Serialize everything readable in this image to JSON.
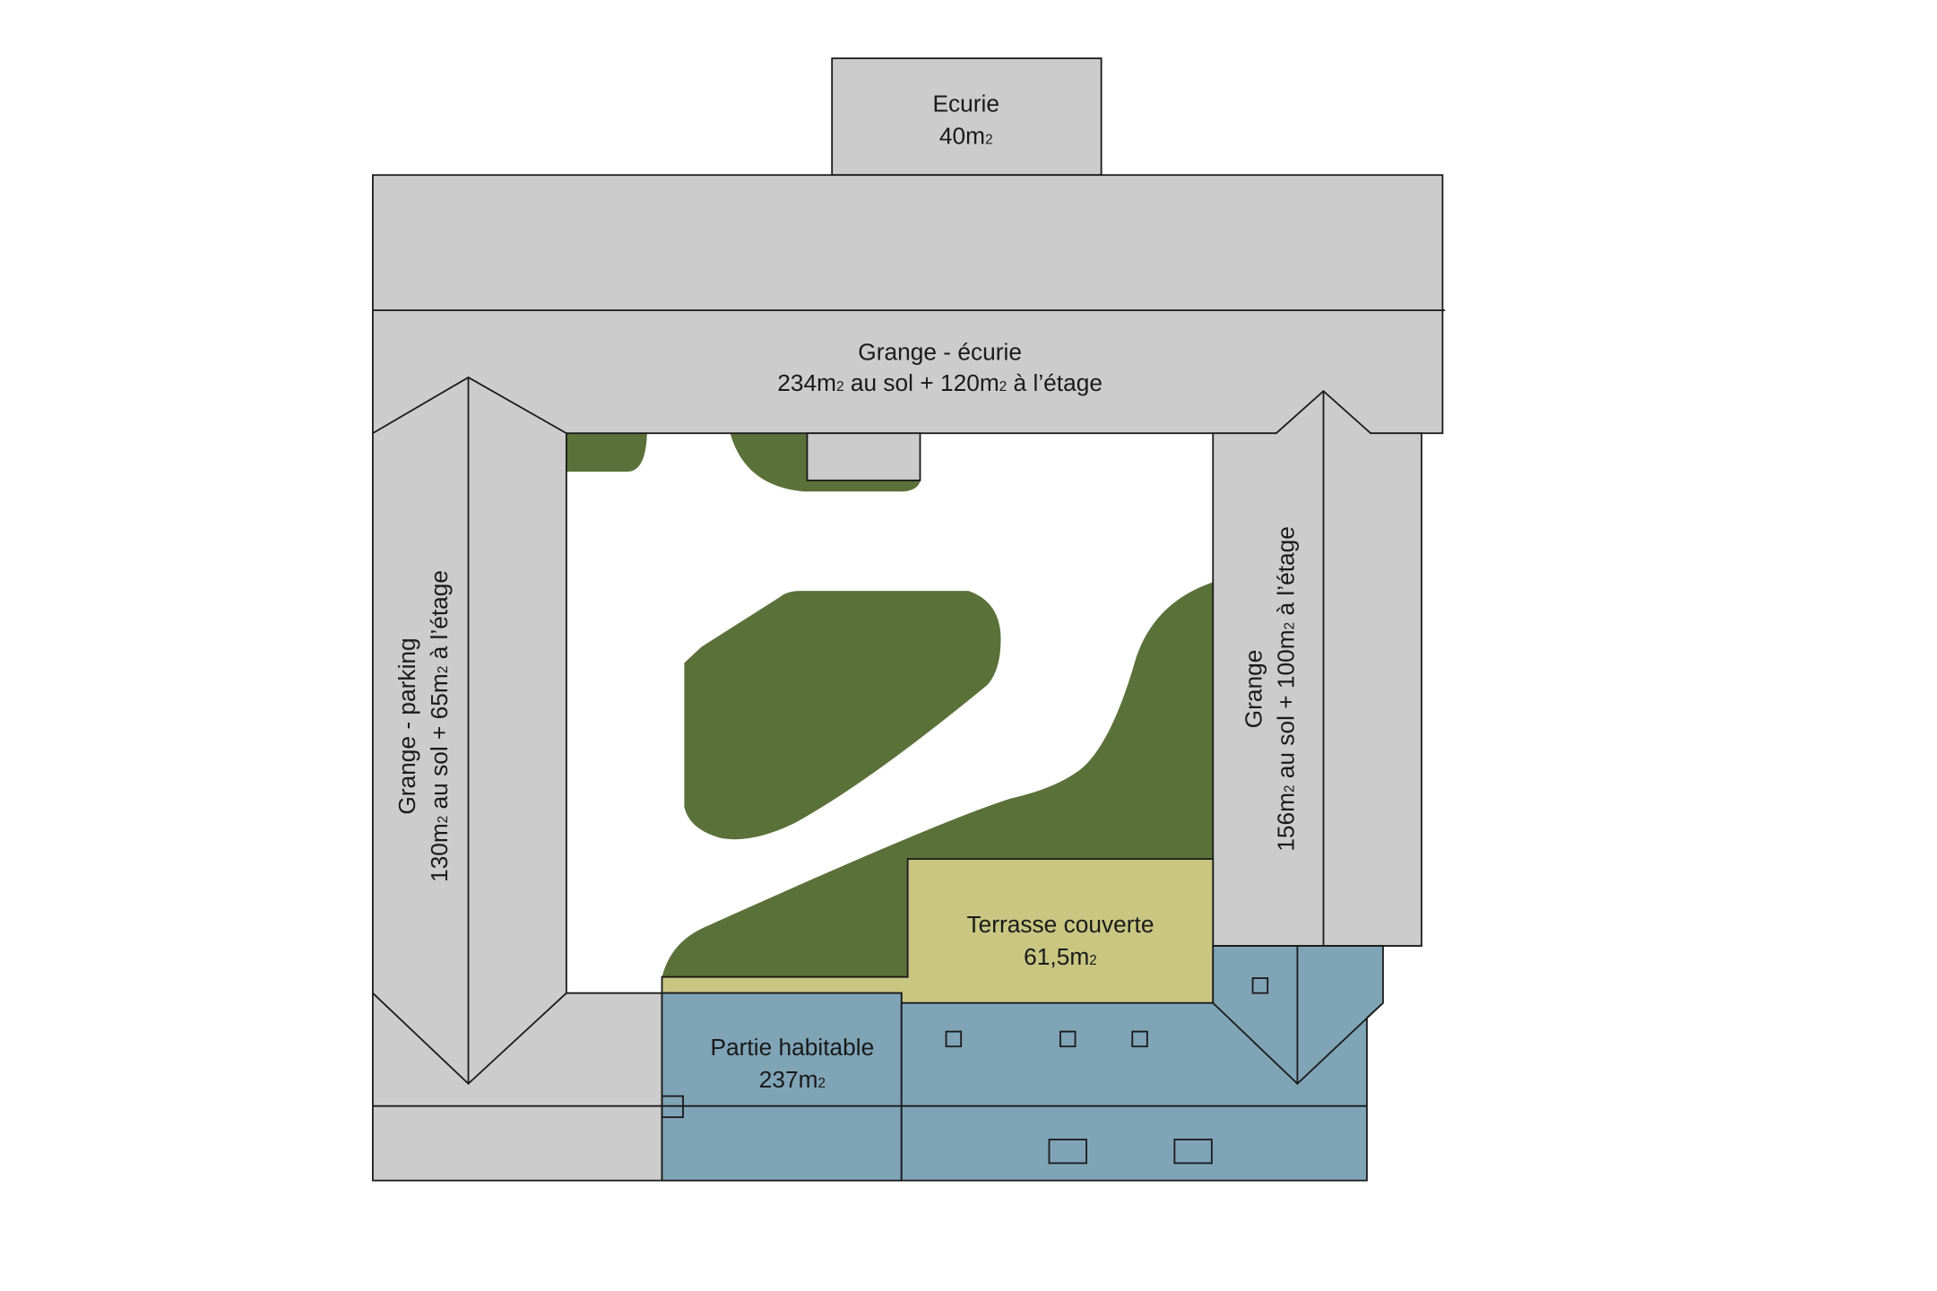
{
  "colors": {
    "barn": "#cccccc",
    "living": "#7ea4b6",
    "terrace": "#c8c681",
    "garden": "#5a7139"
  },
  "ecurie": {
    "name": "Ecurie",
    "a1": "40m",
    "exp": "2"
  },
  "grange_ecurie": {
    "name": "Grange - écurie",
    "a1": "234m",
    "exp": "2",
    "mid": " au sol + 120m",
    "end": " à l’étage"
  },
  "grange_parking": {
    "name": "Grange - parking",
    "a1": "130m",
    "exp": "2",
    "mid": " au sol + 65m",
    "end": " à l’étage"
  },
  "grange": {
    "name": "Grange",
    "a1": "156m",
    "exp": "2",
    "mid": " au sol + 100m",
    "end": " à l’étage"
  },
  "terrasse": {
    "name": "Terrasse couverte",
    "a1": "61,5m",
    "exp": "2"
  },
  "habitable": {
    "name": "Partie habitable",
    "a1": "237m",
    "exp": "2"
  }
}
